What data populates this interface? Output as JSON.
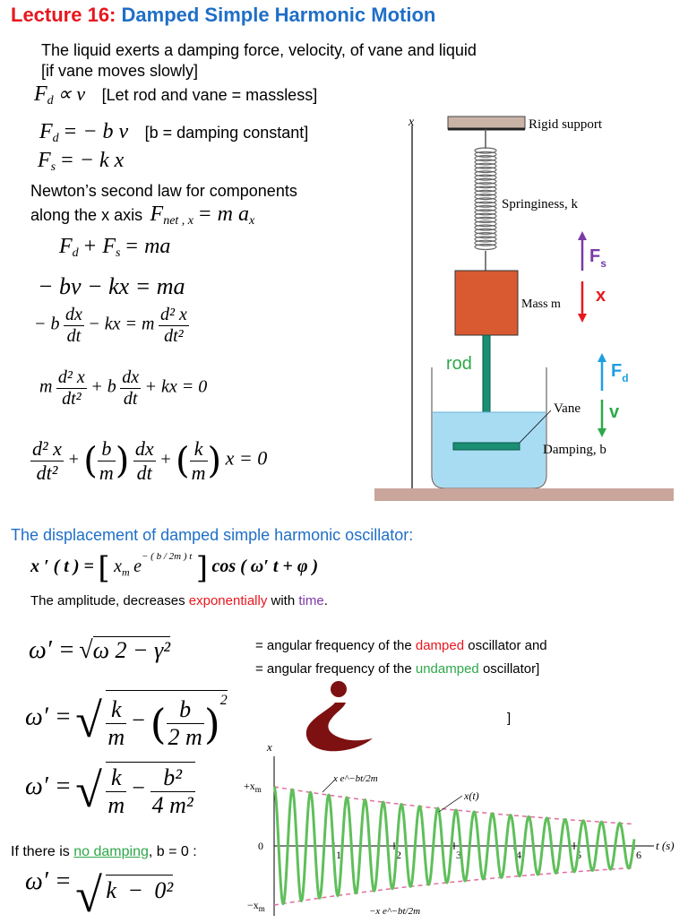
{
  "title": {
    "lecture": "Lecture 16:",
    "topic": "Damped Simple Harmonic Motion"
  },
  "intro": {
    "line1": "The liquid exerts a damping force,   velocity,  of vane and liquid",
    "line2": "[if vane moves slowly]"
  },
  "eq_prop": {
    "lhs": "F",
    "sub": "d",
    "rel": "∝ v",
    "note": "[Let rod and vane = massless]"
  },
  "eq_fd": {
    "lhs": "F",
    "sub": "d",
    "rhs": "= − b v",
    "note": "[b = damping constant]"
  },
  "eq_fs": {
    "lhs": "F",
    "sub": "s",
    "rhs": "= − k x"
  },
  "newton": {
    "line1": "Newton’s second law for components",
    "line2": "along the x axis",
    "lhs": "F",
    "sub": "net , x",
    "rhs": "= m a",
    "rsub": "x"
  },
  "eq_sum": {
    "a": "F",
    "asub": "d",
    "plus": "+ F",
    "bsub": "s",
    "rhs": "= ma"
  },
  "eq_bv": "− bv − kx = ma",
  "eq_deriv": {
    "lead": "− b",
    "num": "dx",
    "den": "dt",
    "mid": "− kx = m",
    "num2": "d² x",
    "den2": "dt²"
  },
  "eq_ode": {
    "m": "m",
    "num": "d² x",
    "den": "dt²",
    "plusb": "+ b",
    "num2": "dx",
    "den2": "dt",
    "tail": "+ kx = 0"
  },
  "eq_norm": {
    "num": "d² x",
    "den": "dt²",
    "b": "b",
    "m": "m",
    "num2": "dx",
    "den2": "dt",
    "k": "k",
    "m2": "m",
    "tail": "x = 0"
  },
  "diagram": {
    "axis_label": "x",
    "rigid_support": "Rigid support",
    "springiness": "Springiness, k",
    "mass": "Mass m",
    "vane": "Vane",
    "damping": "Damping, b",
    "rod": "rod",
    "fs_label": "F",
    "fs_sub": "s",
    "x_label": "x",
    "fd_label": "F",
    "fd_sub": "d",
    "v_label": "v",
    "colors": {
      "mass": "#d95a31",
      "liquid": "#a8dcf3",
      "rod": "#1a8f73",
      "floor": "#c9a59c",
      "fs": "#7a3aa8",
      "x": "#e8171e",
      "fd": "#1e9fe0",
      "v": "#2ea84a"
    }
  },
  "displacement_heading": "The displacement of damped simple harmonic oscillator:",
  "eq_disp": {
    "lhs": "x ′ ( t ) =",
    "xm": "x",
    "xmsub": "m",
    "e": "e",
    "exp": "− ( b / 2m ) t",
    "cos": "cos ( ω′ t + φ )"
  },
  "amplitude": {
    "pre": "The amplitude, decreases ",
    "exp": "exponentially",
    "mid": " with ",
    "time": "time",
    "post": "."
  },
  "omega1": {
    "lhs": "ω′ =",
    "root": "ω 2 − γ²"
  },
  "omega_note1": {
    "pre": "= angular frequency of the ",
    "hl": "damped",
    "post": " oscillator and"
  },
  "omega_note2": {
    "pre": "= angular frequency of the ",
    "hl": "undamped",
    "post": " oscillator]"
  },
  "bracket_close": "]",
  "omega2": {
    "lhs": "ω′ =",
    "k": "k",
    "m": "m",
    "b": "b",
    "den": "2 m",
    "sq": "2"
  },
  "omega3": {
    "lhs": "ω′ =",
    "k": "k",
    "m": "m",
    "num": "b²",
    "den": "4 m²"
  },
  "no_damping": {
    "pre": "If there is ",
    "hl": "no damping",
    "post": ", b = 0 :"
  },
  "omega4": {
    "lhs": "ω′ =",
    "k": "k",
    "num": "0²"
  },
  "graph": {
    "y_label": "x",
    "xm_pos": "+x",
    "xm_neg": "−x",
    "zero": "0",
    "x_label": "t (s)",
    "ticks": [
      "1",
      "2",
      "3",
      "4",
      "5",
      "6"
    ],
    "env_top": "x e^−bt/2m",
    "env_bottom": "−x e^−bt/2m",
    "curve_label": "x(t)",
    "colors": {
      "curve": "#5fbf5a",
      "envelope": "#e06fa0"
    }
  },
  "chart_data": {
    "type": "line",
    "x_range": [
      0,
      6
    ],
    "y_range": [
      -1,
      1
    ],
    "series": [
      {
        "name": "x(t)",
        "omega_cycles_per_s": 3.3,
        "decay_ratio_at_6s": 0.37
      }
    ],
    "envelope": "x_m e^{-bt/2m}"
  }
}
